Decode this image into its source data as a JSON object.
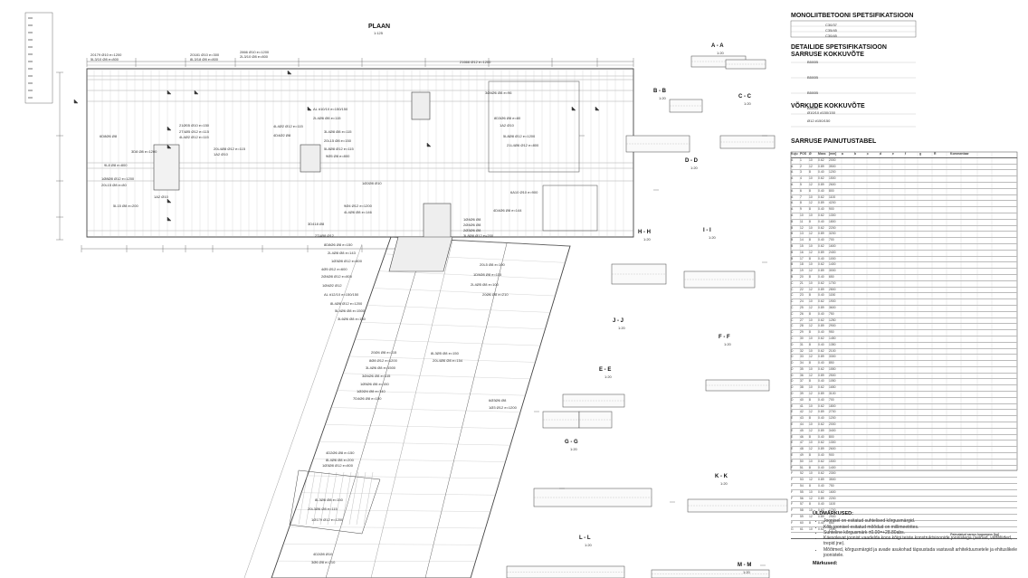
{
  "plan": {
    "title": "PLAAN",
    "scale": "1:125"
  },
  "plan_labels": [
    "20179 Ø10 e=1200",
    "5L3/10 Ø8 e=800",
    "20181 Ø10 e=300",
    "8L3/18 Ø8 e=800",
    "2866 Ø10 e=1200",
    "2L3/10 Ø8 e=800",
    "21666 Ø12 e=1200",
    "21Ø05 Ø10 e=150",
    "2T4Ø5 Ø12 e=115",
    "4L4Ø2 Ø12 e=115",
    "6D8Ø6 Ø8",
    "1Ø8Ø8 Ø12 e=1200",
    "20L15 Ø8 e=80",
    "1A2 Ø10",
    "5L15 Ø8 e=200",
    "3D8 Ø8 e=1200",
    "9L8 Ø8 e=800",
    "4L4Ø2 Ø12 e=115",
    "4D4Ø2 Ø8",
    "20L4Ø8 Ø12 e=115",
    "1A2 Ø10",
    "AL #10/10 e=150/150",
    "2L4Ø6 Ø8 e=115",
    "3L4Ø8 Ø8 e=115",
    "20L15 Ø8 e=150",
    "5L8Ø8 Ø12 e=115",
    "9Ø5 Ø8 e=800",
    "1Ø2Ø8 Ø10",
    "9Ø4 Ø12 e=1200",
    "4L4Ø6 Ø8 e=146",
    "3D418 Ø8",
    "2T4Ø8 Ø12",
    "8D8Ø6 Ø8 e=150",
    "2L4Ø8 Ø8 e=143",
    "1Ø3Ø8 Ø12 e=800",
    "4Ø5 Ø12 e=600",
    "2Ø4Ø8 Ø12 e=800",
    "1Ø4Ø2 Ø12",
    "AL #12/10 e=150/150",
    "8L4Ø8 Ø12 e=1200",
    "5L4Ø6 Ø8 e=1500",
    "3L6Ø6 Ø8 e=150",
    "20Ø4 Ø8 e=115",
    "8Ø8 Ø12 e=1200",
    "3L4Ø6 Ø8 e=1500",
    "3Ø4Ø6 Ø8 e=115",
    "1Ø5Ø6 Ø8 e=150",
    "1Ø2Ø4 Ø8 e=140",
    "7D4Ø6 Ø8 e=150",
    "3Ø4Ø6 Ø8 e=96",
    "8D3Ø6 Ø8 e=80",
    "1A2 Ø10",
    "5L8Ø8 Ø12 e=1200",
    "21L4Ø6 Ø12 e=800",
    "6A10 Ø10 e=900",
    "4D4Ø6 Ø8 e=144",
    "1Ø4Ø6 Ø8",
    "2Ø4Ø6 Ø8",
    "2Ø3Ø6 Ø8",
    "3L8Ø8 Ø12 e=200",
    "20L5 Ø8 e=100",
    "1D9Ø8 Ø8 e=115",
    "2L4Ø5 Ø8 e=100",
    "20Ø6 Ø8 e=210",
    "8L3Ø5 Ø8 e=150",
    "20L4Ø6 Ø8 e=154",
    "6Ø3Ø6 Ø8",
    "1Ø3 Ø12 e=1200",
    "4D2Ø6 Ø8 e=150",
    "8L4Ø6 Ø8 e=200",
    "1Ø3Ø8 Ø12 e=800",
    "8L3Ø8 Ø8 e=150",
    "20L3Ø6 Ø8 e=115",
    "1Ø179 Ø12 e=1200",
    "4D2Ø8 Ø10",
    "3Ø6 Ø8 e=210"
  ],
  "right_sections": [
    {
      "name": "A - A",
      "scale": "1:20"
    },
    {
      "name": "B - B",
      "scale": "1:20"
    },
    {
      "name": "C - C",
      "scale": "1:20"
    },
    {
      "name": "D - D",
      "scale": "1:20"
    },
    {
      "name": "H - H",
      "scale": "1:20"
    },
    {
      "name": "I - I",
      "scale": "1:20"
    },
    {
      "name": "J - J",
      "scale": "1:20"
    },
    {
      "name": "E - E",
      "scale": "1:20"
    },
    {
      "name": "F - F",
      "scale": "1:20"
    },
    {
      "name": "G - G",
      "scale": "1:20"
    },
    {
      "name": "K - K",
      "scale": "1:20"
    },
    {
      "name": "L - L",
      "scale": "1:20"
    },
    {
      "name": "M - M",
      "scale": "1:20"
    }
  ],
  "spec": {
    "mono_title": "MONOLIITBETOONI SPETSIFIKATSIOON",
    "detail_title": "DETAILIDE SPETSIFIKATSIOON",
    "bundle_title": "SARRUSE KOKKUVÕTE",
    "mesh_title": "VÕRKUDE KOKKUVÕTE",
    "bend_title": "SARRUSE PAINUTUSTABEL",
    "mono_rows": [
      "C30/37",
      "C35/45",
      "C30/45"
    ],
    "bundle_rows": [
      "B500B",
      "B500B",
      "B500B",
      "B500B"
    ],
    "mesh_rows": [
      "Ø10/10 #150/150",
      "Ø12 #150/150"
    ],
    "table_header": [
      "Kuju",
      "POS",
      "Ø",
      "Mass",
      "[mm]",
      "a",
      "b",
      "c",
      "d",
      "e",
      "f",
      "g",
      "R",
      "Kommentaar"
    ],
    "table_rows": [
      [
        "A",
        "1",
        "10",
        "0.62",
        "2000"
      ],
      [
        "A",
        "2",
        "12",
        "0.89",
        "3500"
      ],
      [
        "A",
        "3",
        "8",
        "0.40",
        "1200"
      ],
      [
        "A",
        "4",
        "10",
        "0.62",
        "1500"
      ],
      [
        "A",
        "5",
        "12",
        "0.89",
        "2600"
      ],
      [
        "A",
        "6",
        "8",
        "0.40",
        "800"
      ],
      [
        "A",
        "7",
        "10",
        "0.62",
        "1100"
      ],
      [
        "A",
        "8",
        "12",
        "0.89",
        "4200"
      ],
      [
        "A",
        "9",
        "8",
        "0.40",
        "900"
      ],
      [
        "A",
        "10",
        "10",
        "0.62",
        "1300"
      ],
      [
        "B",
        "11",
        "8",
        "0.40",
        "1800"
      ],
      [
        "B",
        "12",
        "10",
        "0.62",
        "2200"
      ],
      [
        "B",
        "13",
        "12",
        "0.89",
        "3200"
      ],
      [
        "B",
        "14",
        "8",
        "0.40",
        "700"
      ],
      [
        "B",
        "15",
        "10",
        "0.62",
        "1600"
      ],
      [
        "B",
        "16",
        "12",
        "0.89",
        "2400"
      ],
      [
        "B",
        "17",
        "8",
        "0.40",
        "1000"
      ],
      [
        "B",
        "18",
        "10",
        "0.62",
        "1400"
      ],
      [
        "B",
        "19",
        "12",
        "0.89",
        "3000"
      ],
      [
        "B",
        "20",
        "8",
        "0.40",
        "650"
      ],
      [
        "C",
        "21",
        "10",
        "0.62",
        "1700"
      ],
      [
        "C",
        "22",
        "12",
        "0.89",
        "2800"
      ],
      [
        "C",
        "23",
        "8",
        "0.40",
        "1150"
      ],
      [
        "C",
        "24",
        "10",
        "0.62",
        "1900"
      ],
      [
        "C",
        "25",
        "12",
        "0.89",
        "3600"
      ],
      [
        "C",
        "26",
        "8",
        "0.40",
        "750"
      ],
      [
        "C",
        "27",
        "10",
        "0.62",
        "1250"
      ],
      [
        "C",
        "28",
        "12",
        "0.89",
        "2900"
      ],
      [
        "C",
        "29",
        "8",
        "0.40",
        "950"
      ],
      [
        "C",
        "30",
        "10",
        "0.62",
        "1450"
      ],
      [
        "D",
        "31",
        "8",
        "0.40",
        "1350"
      ],
      [
        "D",
        "32",
        "10",
        "0.62",
        "2100"
      ],
      [
        "D",
        "33",
        "12",
        "0.89",
        "3300"
      ],
      [
        "D",
        "34",
        "8",
        "0.40",
        "850"
      ],
      [
        "D",
        "35",
        "10",
        "0.62",
        "1550"
      ],
      [
        "D",
        "36",
        "12",
        "0.89",
        "2500"
      ],
      [
        "D",
        "37",
        "8",
        "0.40",
        "1050"
      ],
      [
        "D",
        "38",
        "10",
        "0.62",
        "1650"
      ],
      [
        "D",
        "39",
        "12",
        "0.89",
        "3100"
      ],
      [
        "D",
        "40",
        "8",
        "0.40",
        "700"
      ],
      [
        "E",
        "41",
        "10",
        "0.62",
        "1800"
      ],
      [
        "E",
        "42",
        "12",
        "0.89",
        "2700"
      ],
      [
        "E",
        "43",
        "8",
        "0.40",
        "1200"
      ],
      [
        "E",
        "44",
        "10",
        "0.62",
        "2000"
      ],
      [
        "E",
        "45",
        "12",
        "0.89",
        "3400"
      ],
      [
        "E",
        "46",
        "8",
        "0.40",
        "800"
      ],
      [
        "E",
        "47",
        "10",
        "0.62",
        "1300"
      ],
      [
        "E",
        "48",
        "12",
        "0.89",
        "2600"
      ],
      [
        "E",
        "49",
        "8",
        "0.40",
        "900"
      ],
      [
        "E",
        "50",
        "10",
        "0.62",
        "1500"
      ],
      [
        "F",
        "51",
        "8",
        "0.40",
        "1400"
      ],
      [
        "F",
        "52",
        "10",
        "0.62",
        "2300"
      ],
      [
        "F",
        "53",
        "12",
        "0.89",
        "3500"
      ],
      [
        "F",
        "54",
        "8",
        "0.40",
        "750"
      ],
      [
        "F",
        "55",
        "10",
        "0.62",
        "1600"
      ],
      [
        "F",
        "56",
        "12",
        "0.89",
        "2200"
      ],
      [
        "F",
        "57",
        "8",
        "0.40",
        "1100"
      ],
      [
        "F",
        "58",
        "10",
        "0.62",
        "1700"
      ],
      [
        "F",
        "59",
        "12",
        "0.89",
        "2900"
      ],
      [
        "F",
        "60",
        "8",
        "0.40",
        "650"
      ],
      [
        "G",
        "61",
        "10",
        "0.62",
        "1900"
      ]
    ],
    "table_footer": "Painutatud sarrus kogumass [kg]"
  },
  "notes": {
    "title": "ÜLDMÄRKUSED:",
    "items": [
      "Joonisel on esitatud suhtelised kõrgusmärgid.",
      "Kõik joonisel esitatud mõõdud on millimeetrites.",
      "Suhteline kõrgusmärk ±0.00=+28.80abs.",
      "Käesolevat joonist vaadelda koos kõigi teiste konstruktsioonide joonistega (seinad, vaheliided, trepid jne).",
      "Mõõtmed, kõrgusmärgid ja avade asukohad täpsustada vastavalt arhitektuursetele ja ehituslikele joonistele."
    ],
    "extra": "Märkused:"
  }
}
